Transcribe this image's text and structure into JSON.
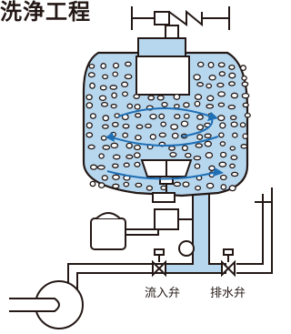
{
  "title": "洗浄工程",
  "labels": {
    "inlet_valve": "流入弁",
    "drain_valve": "排水弁"
  },
  "colors": {
    "water": "#b7d7ef",
    "line": "#231815",
    "swirl": "#1f6fb5"
  }
}
